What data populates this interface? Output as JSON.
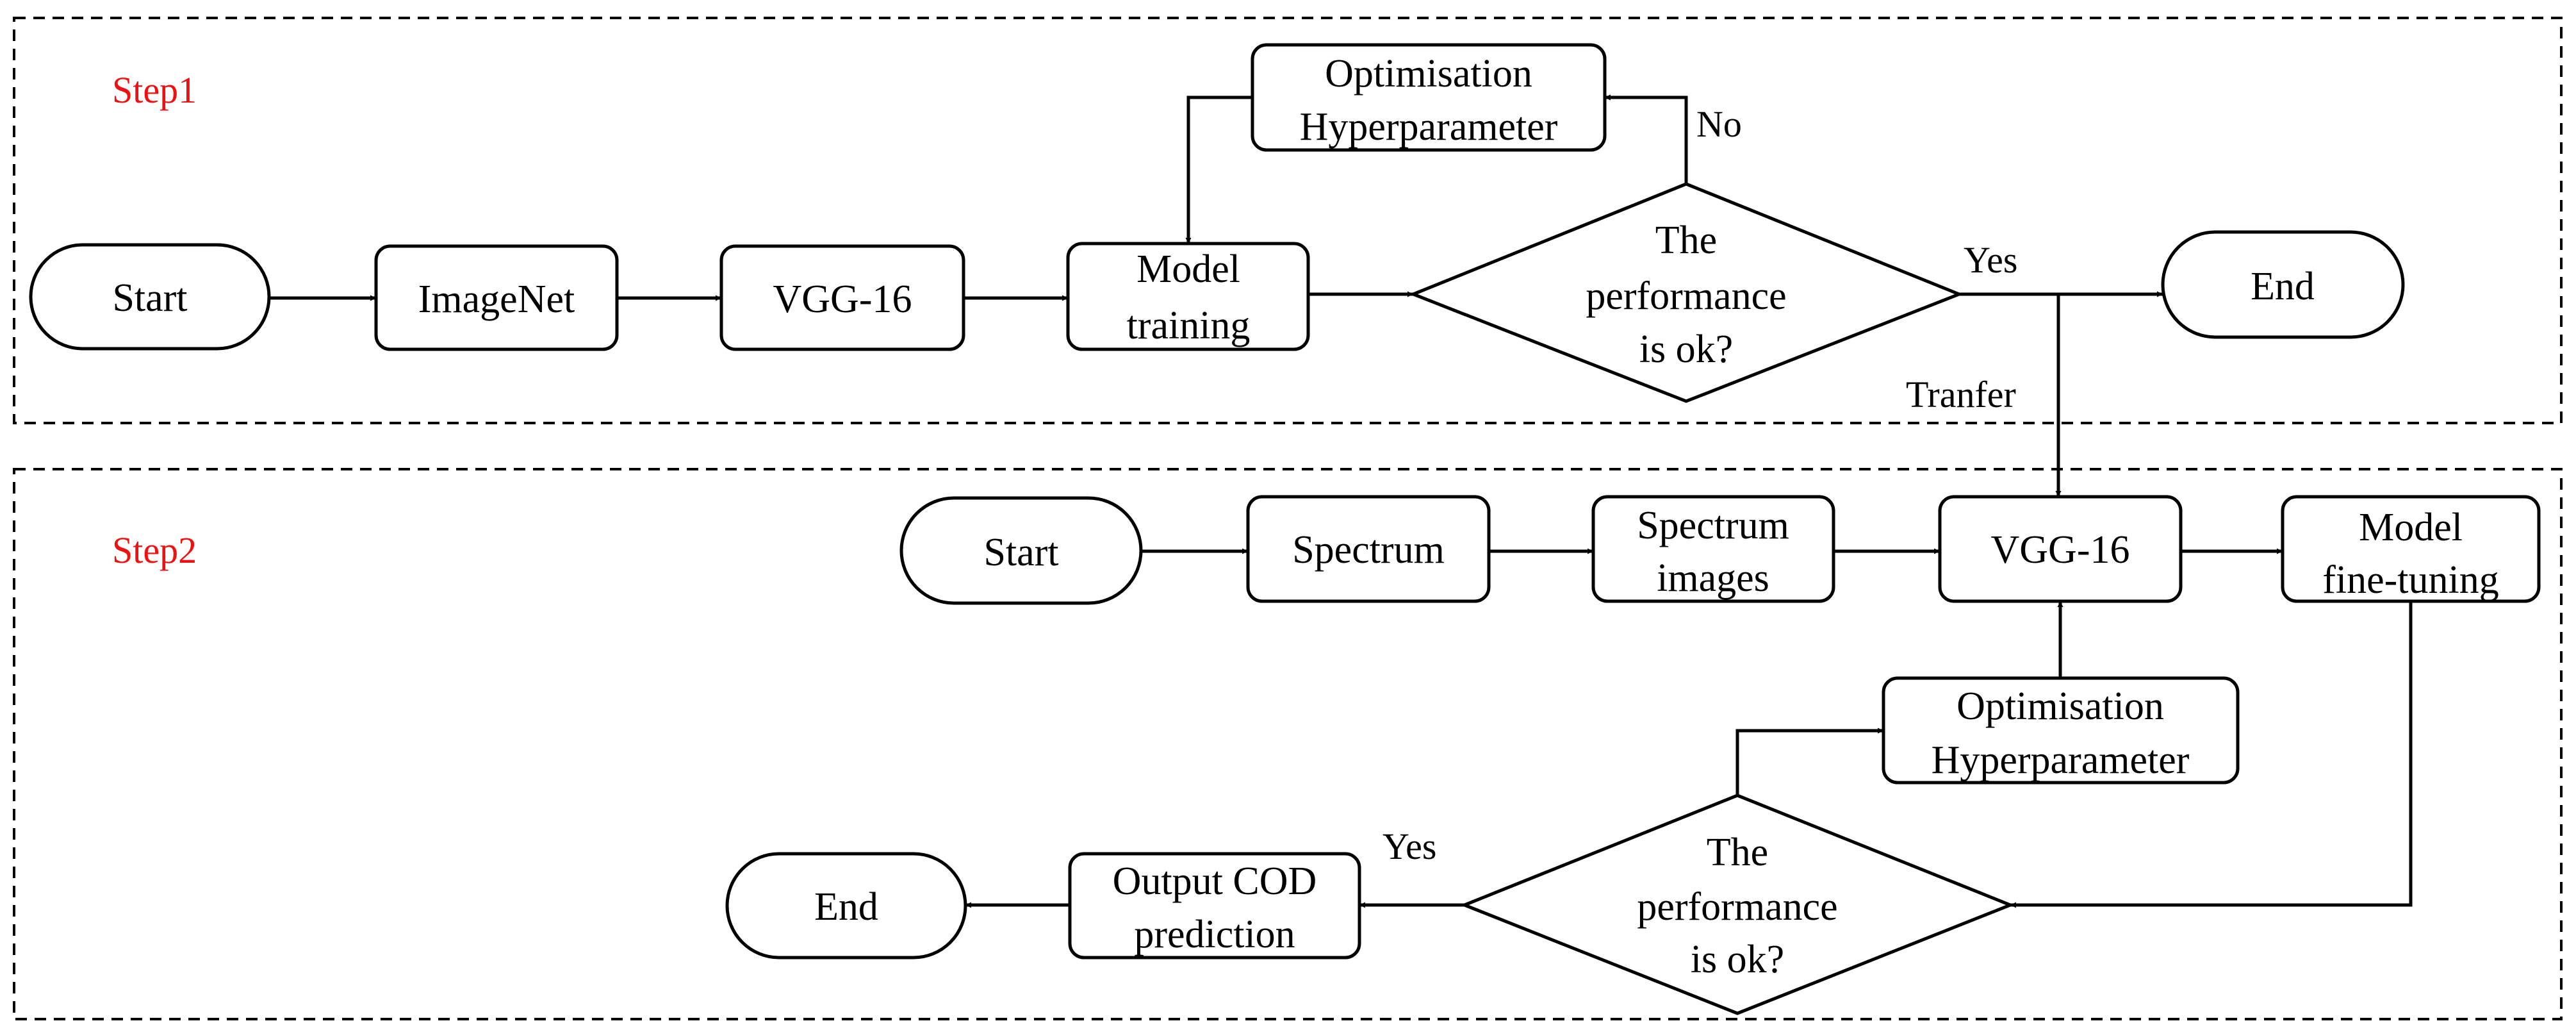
{
  "colors": {
    "step_label": "#ee1111",
    "line": "#000000",
    "background": "#ffffff"
  },
  "step1": {
    "label": "Step1",
    "start": "Start",
    "imagenet": "ImageNet",
    "vgg16": "VGG-16",
    "model_training": [
      "Model",
      "training"
    ],
    "decision": [
      "The",
      "performance",
      "is ok?"
    ],
    "optimisation": [
      "Optimisation",
      "Hyperparameter"
    ],
    "end": "End",
    "yes_label": "Yes",
    "no_label": "No",
    "transfer_label": "Tranfer"
  },
  "step2": {
    "label": "Step2",
    "start": "Start",
    "spectrum": "Spectrum",
    "spectrum_images": [
      "Spectrum",
      "images"
    ],
    "vgg16": "VGG-16",
    "fine_tuning": [
      "Model",
      "fine-tuning"
    ],
    "optimisation": [
      "Optimisation",
      "Hyperparameter"
    ],
    "decision": [
      "The",
      "performance",
      "is ok?"
    ],
    "output": [
      "Output COD",
      "prediction"
    ],
    "end": "End",
    "yes_label": "Yes"
  }
}
